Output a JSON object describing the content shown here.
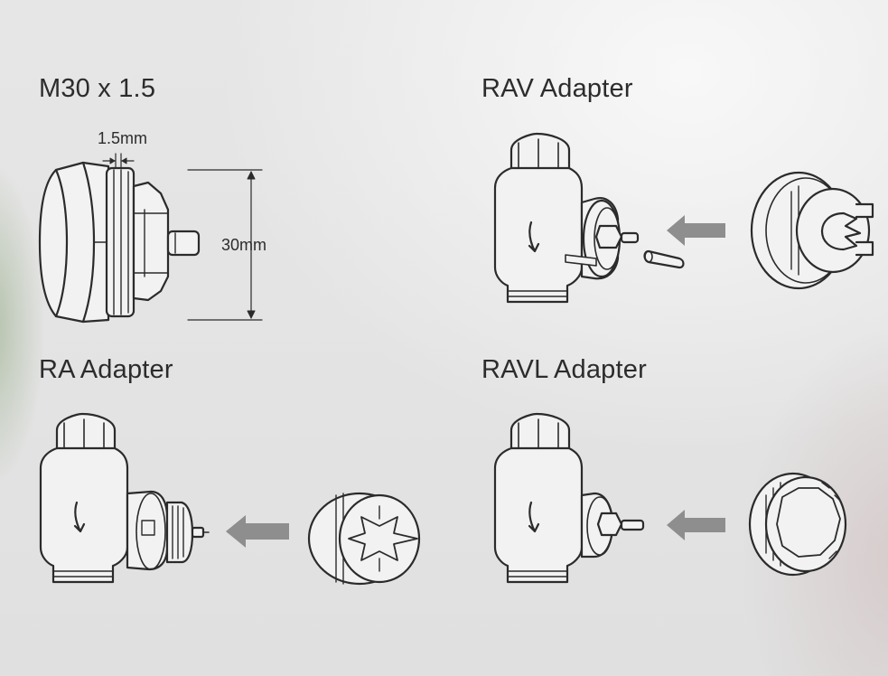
{
  "panels": {
    "m30": {
      "title": "M30 x 1.5",
      "thread_pitch_label": "1.5mm",
      "diameter_label": "30mm"
    },
    "rav": {
      "title": "RAV Adapter"
    },
    "ra": {
      "title": "RA Adapter"
    },
    "ravl": {
      "title": "RAVL Adapter"
    }
  },
  "colors": {
    "line": "#2b2b2b",
    "fill": "#f2f2f2",
    "arrow": "#8e8e8e"
  }
}
